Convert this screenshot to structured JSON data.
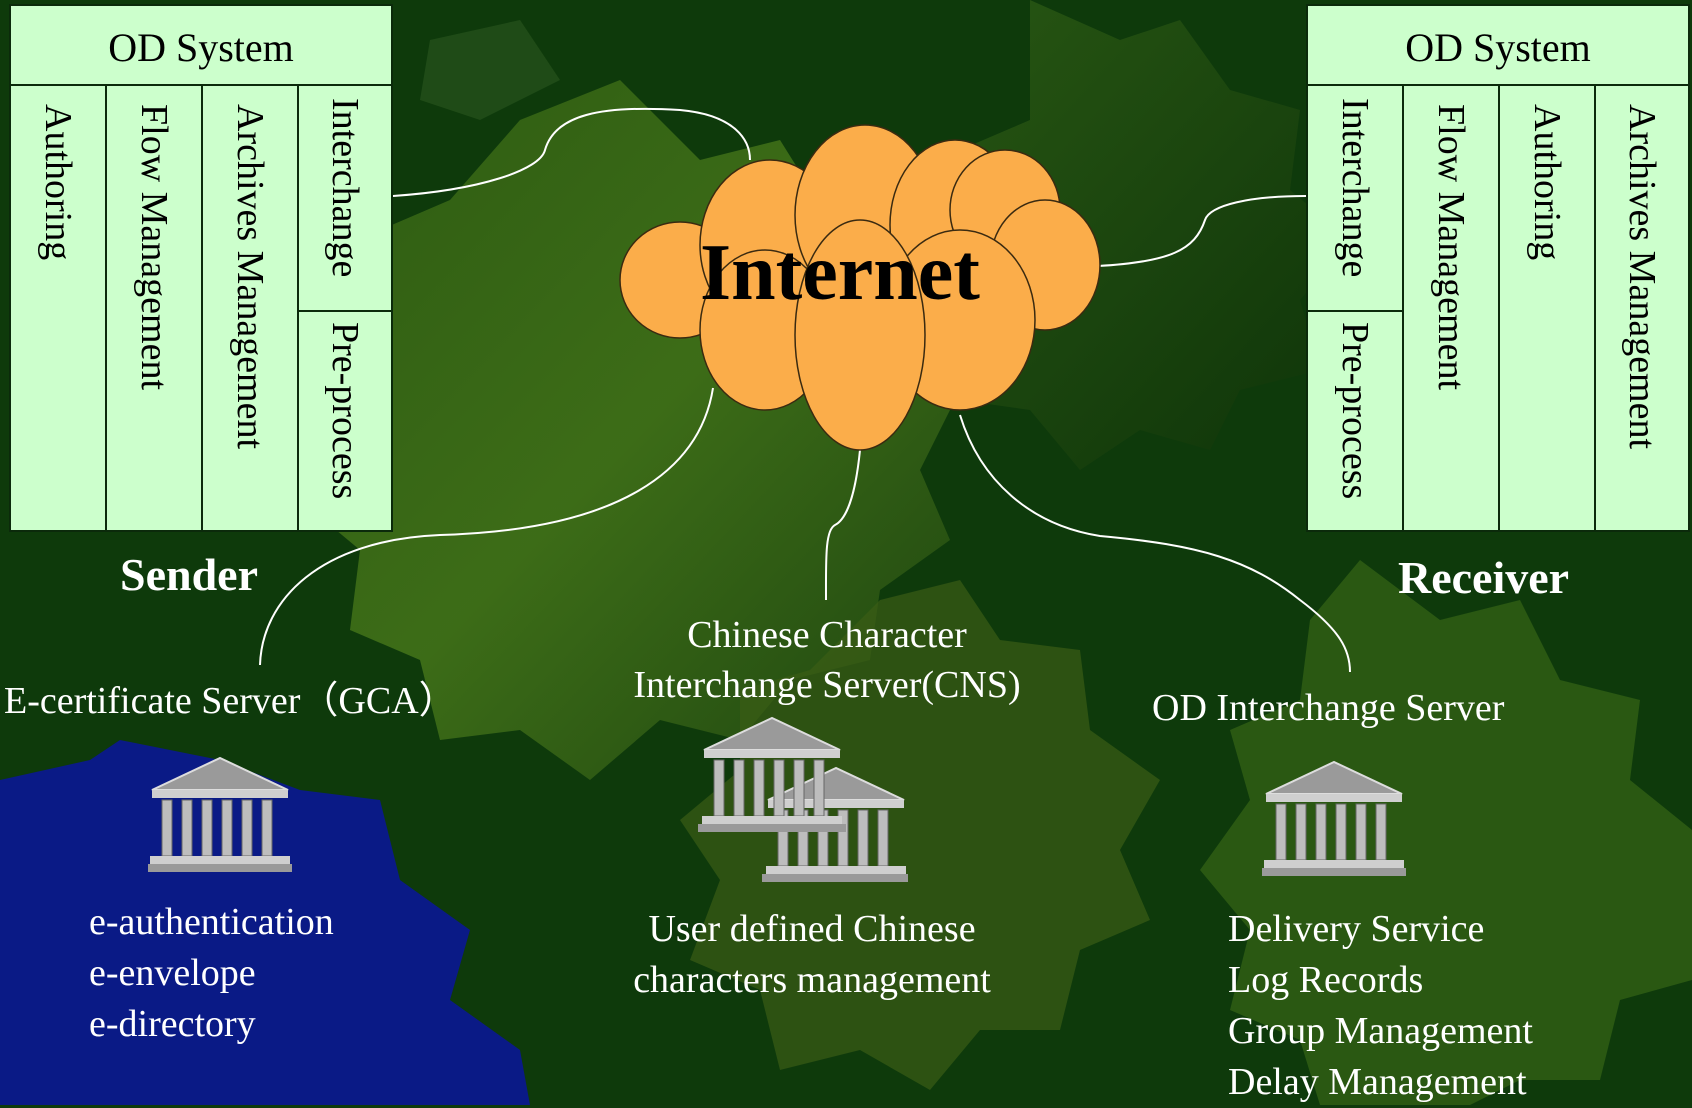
{
  "sender": {
    "system_title": "OD System",
    "modules": [
      "Authoring",
      "Flow Management",
      "Archives Management",
      "Interchange",
      "Pre-process"
    ],
    "label": "Sender"
  },
  "receiver": {
    "system_title": "OD System",
    "modules": [
      "Interchange",
      "Pre-process",
      "Flow Management",
      "Authoring",
      "Archives Management"
    ],
    "label": "Receiver"
  },
  "internet": {
    "label": "Internet",
    "color": "#fbad4a"
  },
  "servers": {
    "gca": {
      "title": "E-certificate Server（GCA）",
      "items": [
        "e-authentication",
        "e-envelope",
        "e-directory"
      ]
    },
    "cns": {
      "title_line1": "Chinese Character",
      "title_line2": "Interchange Server(CNS)",
      "items": [
        "User defined Chinese",
        "characters management"
      ]
    },
    "odis": {
      "title": "OD Interchange Server",
      "items": [
        "Delivery Service",
        "Log Records",
        "Group Management",
        "Delay Management"
      ]
    }
  },
  "colors": {
    "box_fill": "#ccffcc",
    "background": "#0f3a0c",
    "text": "#ffffff",
    "gear_blue": "#0a1a86"
  }
}
